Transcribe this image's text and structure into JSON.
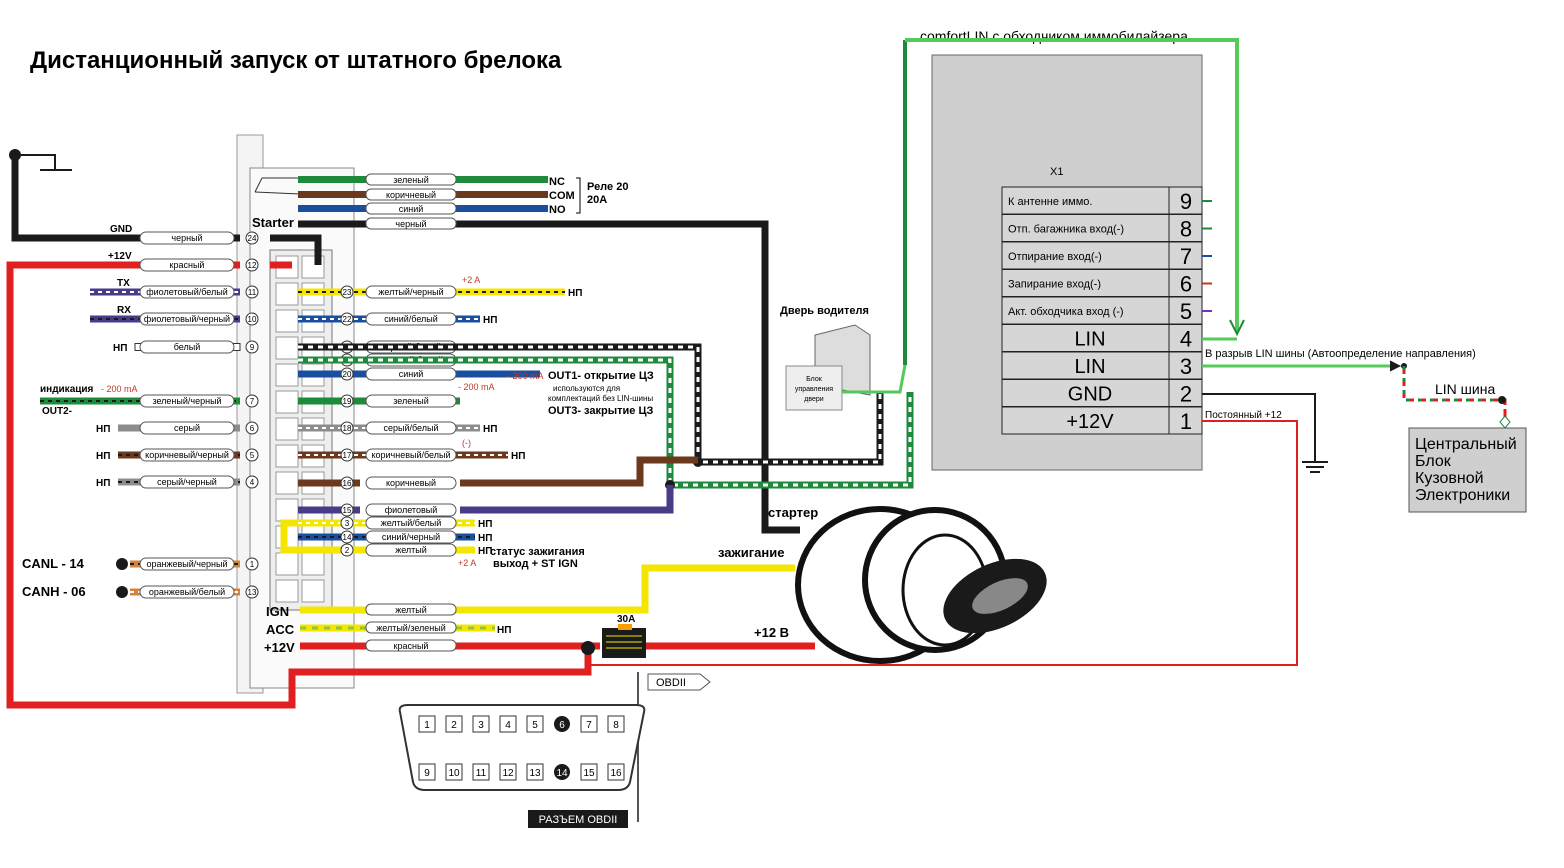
{
  "title": "Дистанционный запуск от штатного брелока",
  "top_label": "comfortLIN с обходчиком иммобилайзера",
  "relay": {
    "wires": [
      "зеленый",
      "коричневый",
      "синий"
    ],
    "terminals": [
      "NC",
      "COM",
      "NO"
    ],
    "caption_line1": "Реле 20",
    "caption_line2": "20А",
    "starter_label": "Starter",
    "starter_wire": "черный"
  },
  "left_pins": [
    {
      "num": "24",
      "wire": "черный",
      "label": "GND"
    },
    {
      "num": "12",
      "wire": "красный",
      "label": "+12V"
    },
    {
      "num": "11",
      "wire": "фиолетовый/белый",
      "label": "TX"
    },
    {
      "num": "10",
      "wire": "фиолетовый/черный",
      "label": "RX"
    },
    {
      "num": "9",
      "wire": "белый",
      "label": "НП"
    },
    {
      "num": "7",
      "wire": "зеленый/черный",
      "label": "OUT2-",
      "extra": "индикация",
      "current": "- 200 mA"
    },
    {
      "num": "6",
      "wire": "серый",
      "label": "НП"
    },
    {
      "num": "5",
      "wire": "коричневый/черный",
      "label": "НП"
    },
    {
      "num": "4",
      "wire": "серый/черный",
      "label": "НП"
    },
    {
      "num": "1",
      "wire": "оранжевый/черный",
      "label": "CANL - 14"
    },
    {
      "num": "13",
      "wire": "оранжевый/белый",
      "label": "CANH - 06"
    }
  ],
  "right_pins": [
    {
      "num": "23",
      "wire": "желтый/черный",
      "label": "НП",
      "current": "+2 A"
    },
    {
      "num": "22",
      "wire": "синий/белый",
      "label": "НП"
    },
    {
      "num": "21",
      "wire": "черный/белый"
    },
    {
      "num": "8",
      "wire": "зеленый/белый"
    },
    {
      "num": "20",
      "wire": "синий",
      "current": "- 200 mA"
    },
    {
      "num": "19",
      "wire": "зеленый",
      "current": "- 200 mA"
    },
    {
      "num": "18",
      "wire": "серый/белый",
      "label": "НП"
    },
    {
      "num": "17",
      "wire": "коричневый/белый",
      "label": "НП",
      "current": "(-)"
    },
    {
      "num": "16",
      "wire": "коричневый"
    },
    {
      "num": "15",
      "wire": "фиолетовый"
    },
    {
      "num": "3",
      "wire": "желтый/белый",
      "label": "НП"
    },
    {
      "num": "14",
      "wire": "синий/черный",
      "label": "НП"
    },
    {
      "num": "2",
      "wire": "желтый",
      "label": "НП",
      "current": "+2 A"
    }
  ],
  "out1_label": "OUT1-   открытие ЦЗ",
  "out1_note1": "используются для",
  "out1_note2": "комплектаций без LIN-шины",
  "out3_label": "OUT3-   закрытие ЦЗ",
  "ign_status1": "статус зажигания",
  "ign_status2": "выход + ST IGN",
  "bottom_wires": [
    {
      "label": "IGN",
      "wire": "желтый"
    },
    {
      "label": "ACC",
      "wire": "желтый/зеленый",
      "np": "НП"
    },
    {
      "label": "+12V",
      "wire": "красный"
    }
  ],
  "fuse_label": "30A",
  "ignition": {
    "starter": "стартер",
    "ignition": "зажигание",
    "plus12": "+12 B"
  },
  "door": {
    "title": "Дверь водителя",
    "block_line1": "Блок",
    "block_line2": "управления",
    "block_line3": "двери"
  },
  "module": {
    "x1": "X1",
    "pins": [
      {
        "num": "9",
        "label": "К антенне иммо."
      },
      {
        "num": "8",
        "label": "Отп. багажника вход(-)"
      },
      {
        "num": "7",
        "label": "Отпирание вход(-)"
      },
      {
        "num": "6",
        "label": "Запирание вход(-)"
      },
      {
        "num": "5",
        "label": "Акт. обходчика вход (-)"
      },
      {
        "num": "4",
        "label": "LIN"
      },
      {
        "num": "3",
        "label": "LIN"
      },
      {
        "num": "2",
        "label": "GND"
      },
      {
        "num": "1",
        "label": "+12V"
      }
    ],
    "lin_break": "В разрыв LIN шины (Автоопределение направления)",
    "constant12": "Постоянный +12",
    "lin_bus": "LIN шина"
  },
  "bcm": {
    "line1": "Центральный",
    "line2": "Блок",
    "line3": "Кузовной",
    "line4": "Электроники"
  },
  "obd": {
    "tag": "OBDII",
    "caption": "РАЗЪЕМ OBDII",
    "top_pins": [
      "1",
      "2",
      "3",
      "4",
      "5",
      "6",
      "7",
      "8"
    ],
    "bottom_pins": [
      "9",
      "10",
      "11",
      "12",
      "13",
      "14",
      "15",
      "16"
    ]
  },
  "colors": {
    "black": "#1a1a1a",
    "red": "#e02020",
    "green": "#1e8a3c",
    "brown": "#6b3a1e",
    "blue": "#1a4fa0",
    "yellow": "#f5e600",
    "violet": "#4a3a8a",
    "gray": "#8c8c8c",
    "orange": "#d2843c",
    "lightgreen": "#55c95a"
  }
}
